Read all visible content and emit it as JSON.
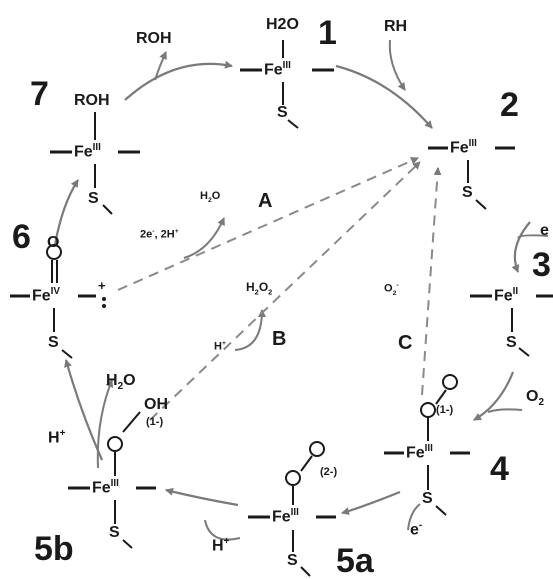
{
  "diagram": {
    "nodes": {
      "n1": "1",
      "n2": "2",
      "n3": "3",
      "n4": "4",
      "n5a": "5a",
      "n5b": "5b",
      "n6": "6",
      "n7": "7"
    },
    "pathways": {
      "a": "A",
      "b": "B",
      "c": "C"
    },
    "species": {
      "fe": "Fe",
      "ox3": "III",
      "ox2": "II",
      "ox4": "IV",
      "s": "S",
      "h2o_ligand": "H2O",
      "roh_ligand": "ROH",
      "rh": "RH",
      "roh_product": "ROH",
      "h2o_shunt": "H2O",
      "h2o2": "H2O2",
      "o2": "O2",
      "o2_minus": "O2-",
      "electron": "e",
      "electron_minus": "e-",
      "proton": "H+",
      "proton_big": "H+",
      "h2o_5b": "H2O",
      "oh": "OH",
      "charge_1m": "(1-)",
      "charge_2m": "(2-)",
      "two_e_two_h": "2e-, 2H+"
    },
    "colors": {
      "arrow": "#7a7a7a",
      "ink": "#1a1a1a",
      "dash": "#8a8a8a"
    }
  }
}
